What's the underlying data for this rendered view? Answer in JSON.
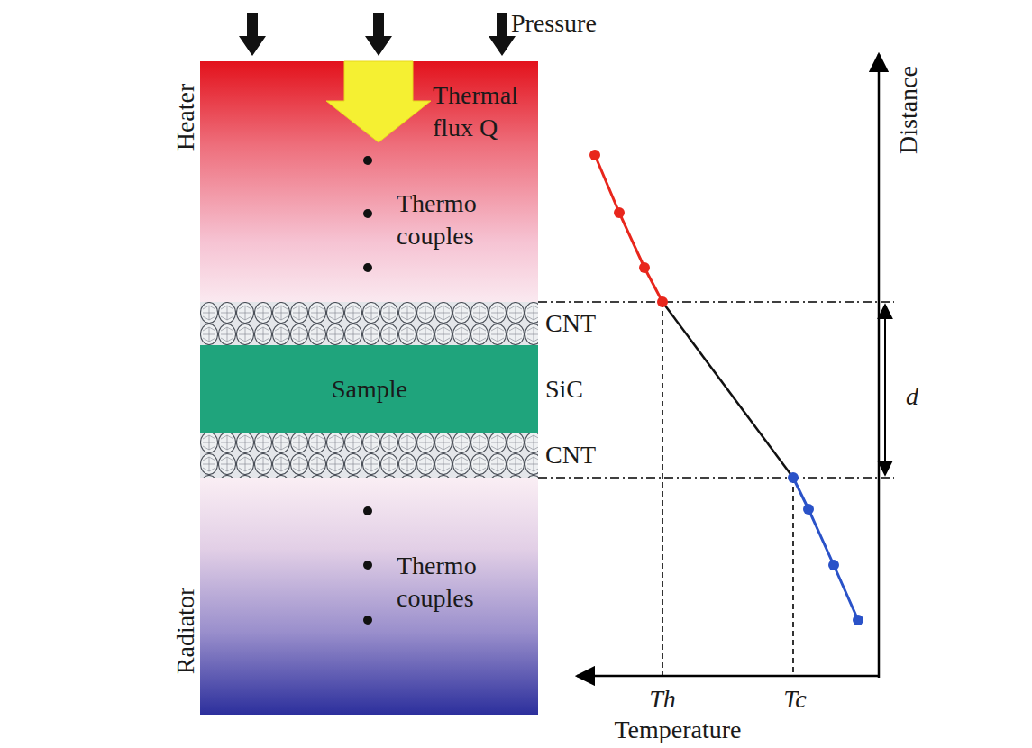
{
  "diagram": {
    "nodes": [
      {
        "text": [
          "Heater",
          "Thermal flux Q",
          "Thermo couples"
        ]
      },
      {
        "text": [
          "CNT"
        ]
      },
      {
        "text": [
          "Sample",
          "SiC"
        ]
      },
      {
        "text": [
          "CNT"
        ]
      },
      {
        "text": [
          "Thermo couples",
          "Radiator"
        ]
      }
    ],
    "labels": [
      "Pressure",
      "Distance",
      "Th",
      "Tc",
      "d",
      "Temperature"
    ]
  }
}
